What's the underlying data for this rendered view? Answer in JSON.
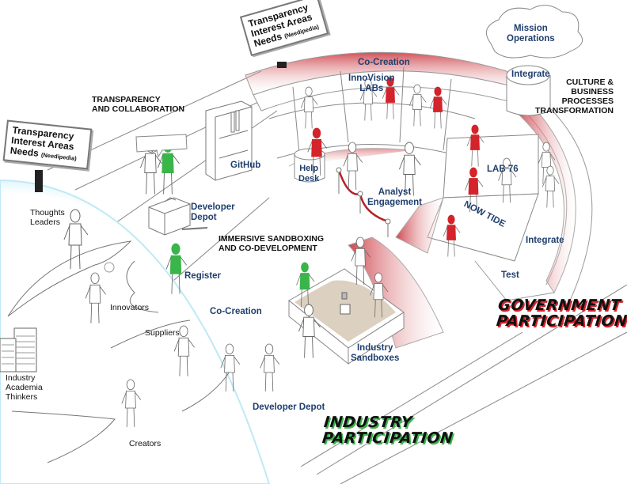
{
  "title": "Transparency, Co-Creation and Participation Ecosystem",
  "signs": [
    {
      "line1": "Transparency",
      "line2": "Interest Areas",
      "line3": "Needs",
      "sub": "(Needipedia)"
    },
    {
      "line1": "Transparency",
      "line2": "Interest Areas",
      "line3": "Needs",
      "sub": "(Needipedia)"
    }
  ],
  "sections": {
    "transparency": "TRANSPARENCY\nAND COLLABORATION",
    "transparency_l1": "TRANSPARENCY",
    "transparency_l2": "AND COLLABORATION",
    "sandboxing_l1": "IMMERSIVE SANDBOXING",
    "sandboxing_l2": "AND CO-DEVELOPMENT",
    "culture_l1": "CULTURE &",
    "culture_l2": "BUSINESS",
    "culture_l3": "PROCESSES",
    "culture_l4": "TRANSFORMATION"
  },
  "labels": {
    "mission_l1": "Mission",
    "mission_l2": "Operations",
    "integrate_top": "Integrate",
    "co_creation_top": "Co-Creation",
    "innovision_l1": "InnoVision",
    "innovision_l2": "LABs",
    "help_l1": "Help",
    "help_l2": "Desk",
    "analyst_l1": "Analyst",
    "analyst_l2": "Engagement",
    "lab76": "LAB 76",
    "now_tide": "NOW TIDE",
    "integrate_right": "Integrate",
    "test": "Test",
    "github": "GitHub",
    "dev_depot_l1": "Developer",
    "dev_depot_l2": "Depot",
    "register": "Register",
    "co_creation_bottom": "Co-Creation",
    "industry_sandboxes_l1": "Industry",
    "industry_sandboxes_l2": "Sandboxes",
    "developer_depot_bottom": "Developer Depot"
  },
  "world_labels": {
    "thoughts_l1": "Thoughts",
    "thoughts_l2": "Leaders",
    "innovators": "Innovators",
    "iat_l1": "Industry",
    "iat_l2": "Academia",
    "iat_l3": "Thinkers",
    "suppliers": "Suppliers",
    "creators": "Creators"
  },
  "banners": {
    "gov_l1": "GOVERNMENT",
    "gov_l2": "PARTICIPATION",
    "ind_l1": "INDUSTRY",
    "ind_l2": "PARTICIPATION"
  },
  "colors": {
    "government": "#d4232a",
    "industry": "#39b54a",
    "label_blue": "#1f3f6e",
    "sand": "#dcd0c0",
    "globe_edge": "#bfe9f5"
  }
}
